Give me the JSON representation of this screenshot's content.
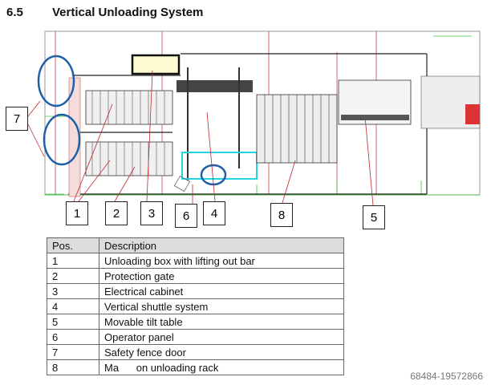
{
  "heading": {
    "number": "6.5",
    "title": "Vertical Unloading System"
  },
  "callouts": [
    "1",
    "2",
    "3",
    "4",
    "5",
    "6",
    "7",
    "8"
  ],
  "table": {
    "headers": [
      "Pos.",
      "Description"
    ],
    "rows": [
      [
        "1",
        "Unloading box with lifting out bar"
      ],
      [
        "2",
        "Protection gate"
      ],
      [
        "3",
        "Electrical cabinet"
      ],
      [
        "4",
        "Vertical shuttle system"
      ],
      [
        "5",
        "Movable tilt table"
      ],
      [
        "6",
        "Operator panel"
      ],
      [
        "7",
        "Safety fence door"
      ],
      [
        "8",
        "Ma      on unloading rack"
      ]
    ]
  },
  "watermark": "68484-19572866",
  "colors": {
    "circle": "#1f5fa8",
    "leader": "#c0282d",
    "cyan": "#22d3e0",
    "green": "#3cc43c"
  }
}
